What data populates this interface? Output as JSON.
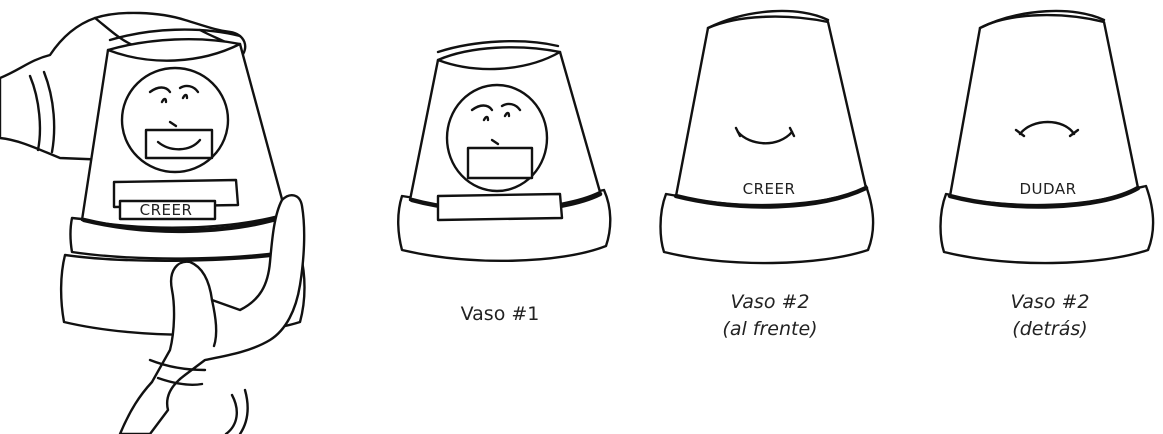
{
  "cups": {
    "held": {
      "label": "CREER"
    },
    "vaso1": {
      "caption": "Vaso #1"
    },
    "vaso2_front": {
      "label": "CREER",
      "caption_line1": "Vaso #2",
      "caption_line2": "(al frente)"
    },
    "vaso2_back": {
      "label": "DUDAR",
      "caption_line1": "Vaso #2",
      "caption_line2": "(detrás)"
    }
  }
}
